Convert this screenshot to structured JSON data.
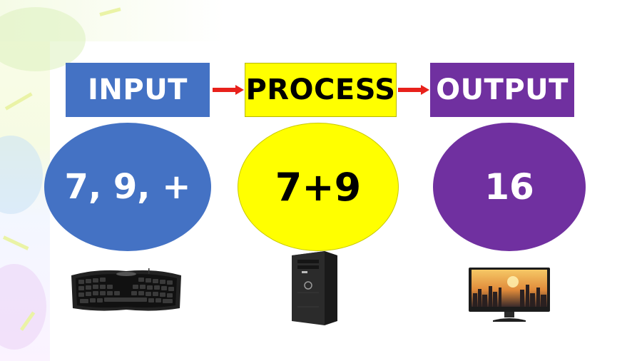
{
  "diagram": {
    "stages": [
      {
        "label": "INPUT",
        "value": "7, 9, +",
        "device": "keyboard-icon"
      },
      {
        "label": "PROCESS",
        "value": "7+9",
        "device": "computer-tower-icon"
      },
      {
        "label": "OUTPUT",
        "value": "16",
        "device": "monitor-icon"
      }
    ],
    "colors": {
      "input": "#4472c4",
      "process": "#ffff00",
      "output": "#7030a0",
      "arrow": "#e8211b"
    }
  }
}
